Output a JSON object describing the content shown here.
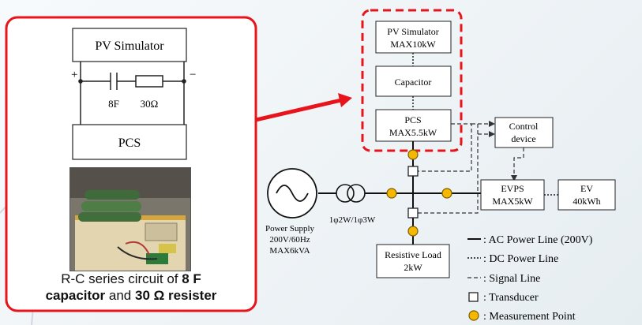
{
  "left_panel": {
    "top_box": "PV Simulator",
    "bottom_box": "PCS",
    "plus": "+",
    "minus": "−",
    "cap_label": "8F",
    "res_label": "30Ω",
    "caption_line1_a": "R-C series circuit of ",
    "caption_line1_b": "8 F",
    "caption_line2_a": "capacitor",
    "caption_line2_b": " and ",
    "caption_line2_c": "30 Ω resister"
  },
  "diagram": {
    "pv_sim_line1": "PV Simulator",
    "pv_sim_line2": "MAX10kW",
    "capacitor": "Capacitor",
    "pcs_line1": "PCS",
    "pcs_line2": "MAX5.5kW",
    "control_line1": "Control",
    "control_line2": "device",
    "evps_line1": "EVPS",
    "evps_line2": "MAX5kW",
    "ev_line1": "EV",
    "ev_line2": "40kWh",
    "transformer_label": "1φ2W/1φ3W",
    "supply_line1": "Power Supply",
    "supply_line2": "200V/60Hz",
    "supply_line3": "MAX6kVA",
    "load_line1": "Resistive Load",
    "load_line2": "2kW"
  },
  "legend": {
    "ac": ": AC Power Line (200V)",
    "dc": ": DC Power Line",
    "signal": ": Signal Line",
    "transducer": ": Transducer",
    "measurement": ": Measurement Point"
  },
  "colors": {
    "highlight_red": "#e8141b",
    "measure_fill": "#f5b800"
  }
}
